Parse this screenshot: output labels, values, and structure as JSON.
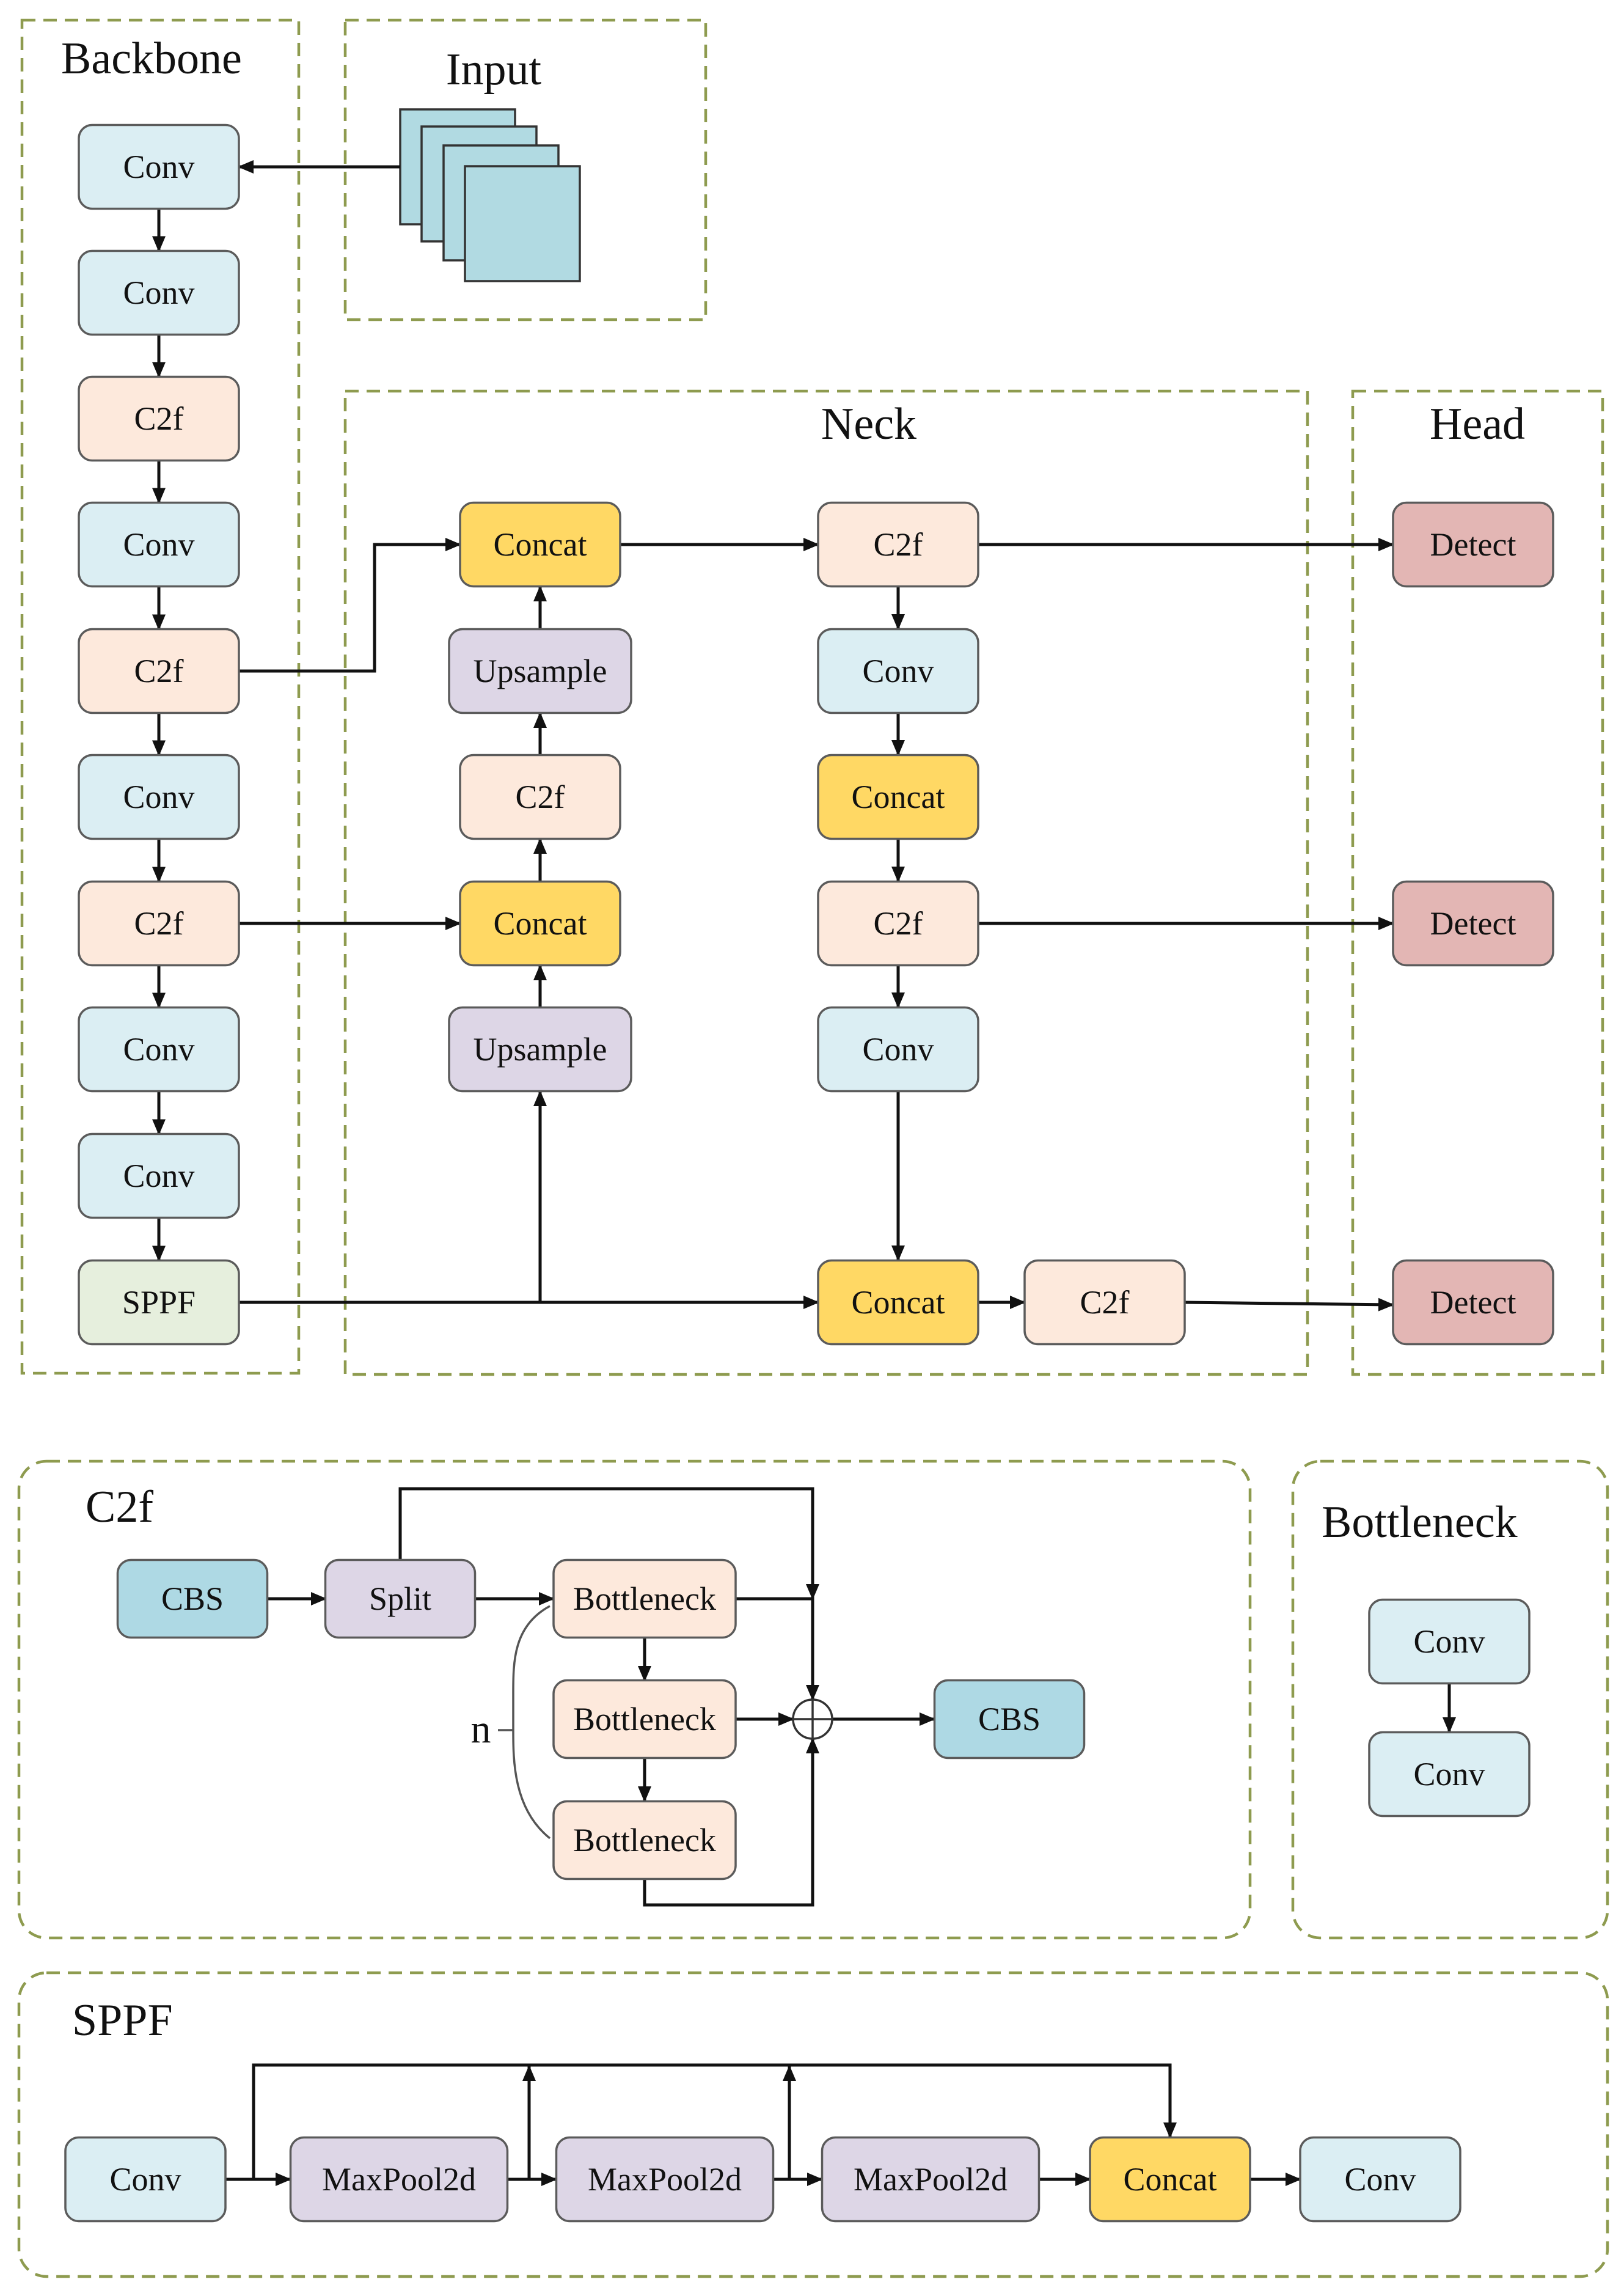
{
  "colors": {
    "conv": "#dbeef3",
    "c2f": "#fde9dc",
    "concat": "#ffd864",
    "upsample": "#ddd6e6",
    "detect": "#e3b6b4",
    "sppf": "#e6efdd",
    "cbs": "#aed9e4",
    "input_layer": "#b1dae2",
    "region_border": "#8e9b4f"
  },
  "regions": {
    "backbone": "Backbone",
    "input": "Input",
    "neck": "Neck",
    "head": "Head",
    "c2f": "C2f",
    "bottleneck": "Bottleneck",
    "sppf": "SPPF"
  },
  "backbone": [
    "Conv",
    "Conv",
    "C2f",
    "Conv",
    "C2f",
    "Conv",
    "C2f",
    "Conv",
    "Conv",
    "SPPF"
  ],
  "neck": {
    "left": [
      "Concat",
      "Upsample",
      "C2f",
      "Concat",
      "Upsample"
    ],
    "right": [
      "C2f",
      "Conv",
      "Concat",
      "C2f",
      "Conv",
      "Concat"
    ],
    "tail": "C2f"
  },
  "head": [
    "Detect",
    "Detect",
    "Detect"
  ],
  "c2f_module": {
    "input": "CBS",
    "split": "Split",
    "bottlenecks": [
      "Bottleneck",
      "Bottleneck",
      "Bottleneck"
    ],
    "output": "CBS",
    "repeat_label": "n"
  },
  "bottleneck_module": [
    "Conv",
    "Conv"
  ],
  "sppf_module": [
    "Conv",
    "MaxPool2d",
    "MaxPool2d",
    "MaxPool2d",
    "Concat",
    "Conv"
  ]
}
